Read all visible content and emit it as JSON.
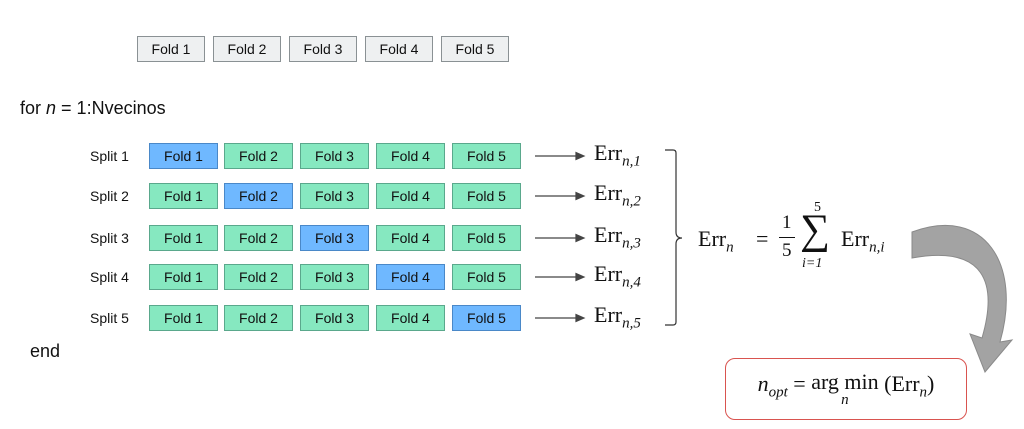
{
  "header_folds": [
    "Fold 1",
    "Fold 2",
    "Fold 3",
    "Fold 4",
    "Fold 5"
  ],
  "loop": {
    "keyword_for": "for",
    "var": "n",
    "rest": " = 1:Nvecinos",
    "end": "end"
  },
  "splits": [
    {
      "label": "Split 1",
      "folds": [
        "Fold 1",
        "Fold 2",
        "Fold 3",
        "Fold 4",
        "Fold 5"
      ],
      "test_index": 0,
      "err_base": "Err",
      "err_sub": "n,1"
    },
    {
      "label": "Split 2",
      "folds": [
        "Fold 1",
        "Fold 2",
        "Fold 3",
        "Fold 4",
        "Fold 5"
      ],
      "test_index": 1,
      "err_base": "Err",
      "err_sub": "n,2"
    },
    {
      "label": "Split 3",
      "folds": [
        "Fold 1",
        "Fold 2",
        "Fold 3",
        "Fold 4",
        "Fold 5"
      ],
      "test_index": 2,
      "err_base": "Err",
      "err_sub": "n,3"
    },
    {
      "label": "Split 4",
      "folds": [
        "Fold 1",
        "Fold 2",
        "Fold 3",
        "Fold 4",
        "Fold 5"
      ],
      "test_index": 3,
      "err_base": "Err",
      "err_sub": "n,4"
    },
    {
      "label": "Split 5",
      "folds": [
        "Fold 1",
        "Fold 2",
        "Fold 3",
        "Fold 4",
        "Fold 5"
      ],
      "test_index": 4,
      "err_base": "Err",
      "err_sub": "n,5"
    }
  ],
  "formula": {
    "lhs": "Err",
    "lhs_sub": "n",
    "eq": "=",
    "frac_num": "1",
    "frac_den": "5",
    "sum_upper": "5",
    "sum_lower": "i=1",
    "term": "Err",
    "term_sub": "n,i"
  },
  "optimum": {
    "lhs": "n",
    "lhs_sub": "opt",
    "eq": "=",
    "op": "arg min",
    "op_sub": "n",
    "arg": "(Err",
    "arg_sub": "n",
    "arg_close": ")"
  },
  "colors": {
    "train": "#86e8c0",
    "test": "#6fb8ff",
    "header": "#eef0f1",
    "highlight_box": "#d9534f",
    "arrow_grey": "#9a9a9a"
  }
}
